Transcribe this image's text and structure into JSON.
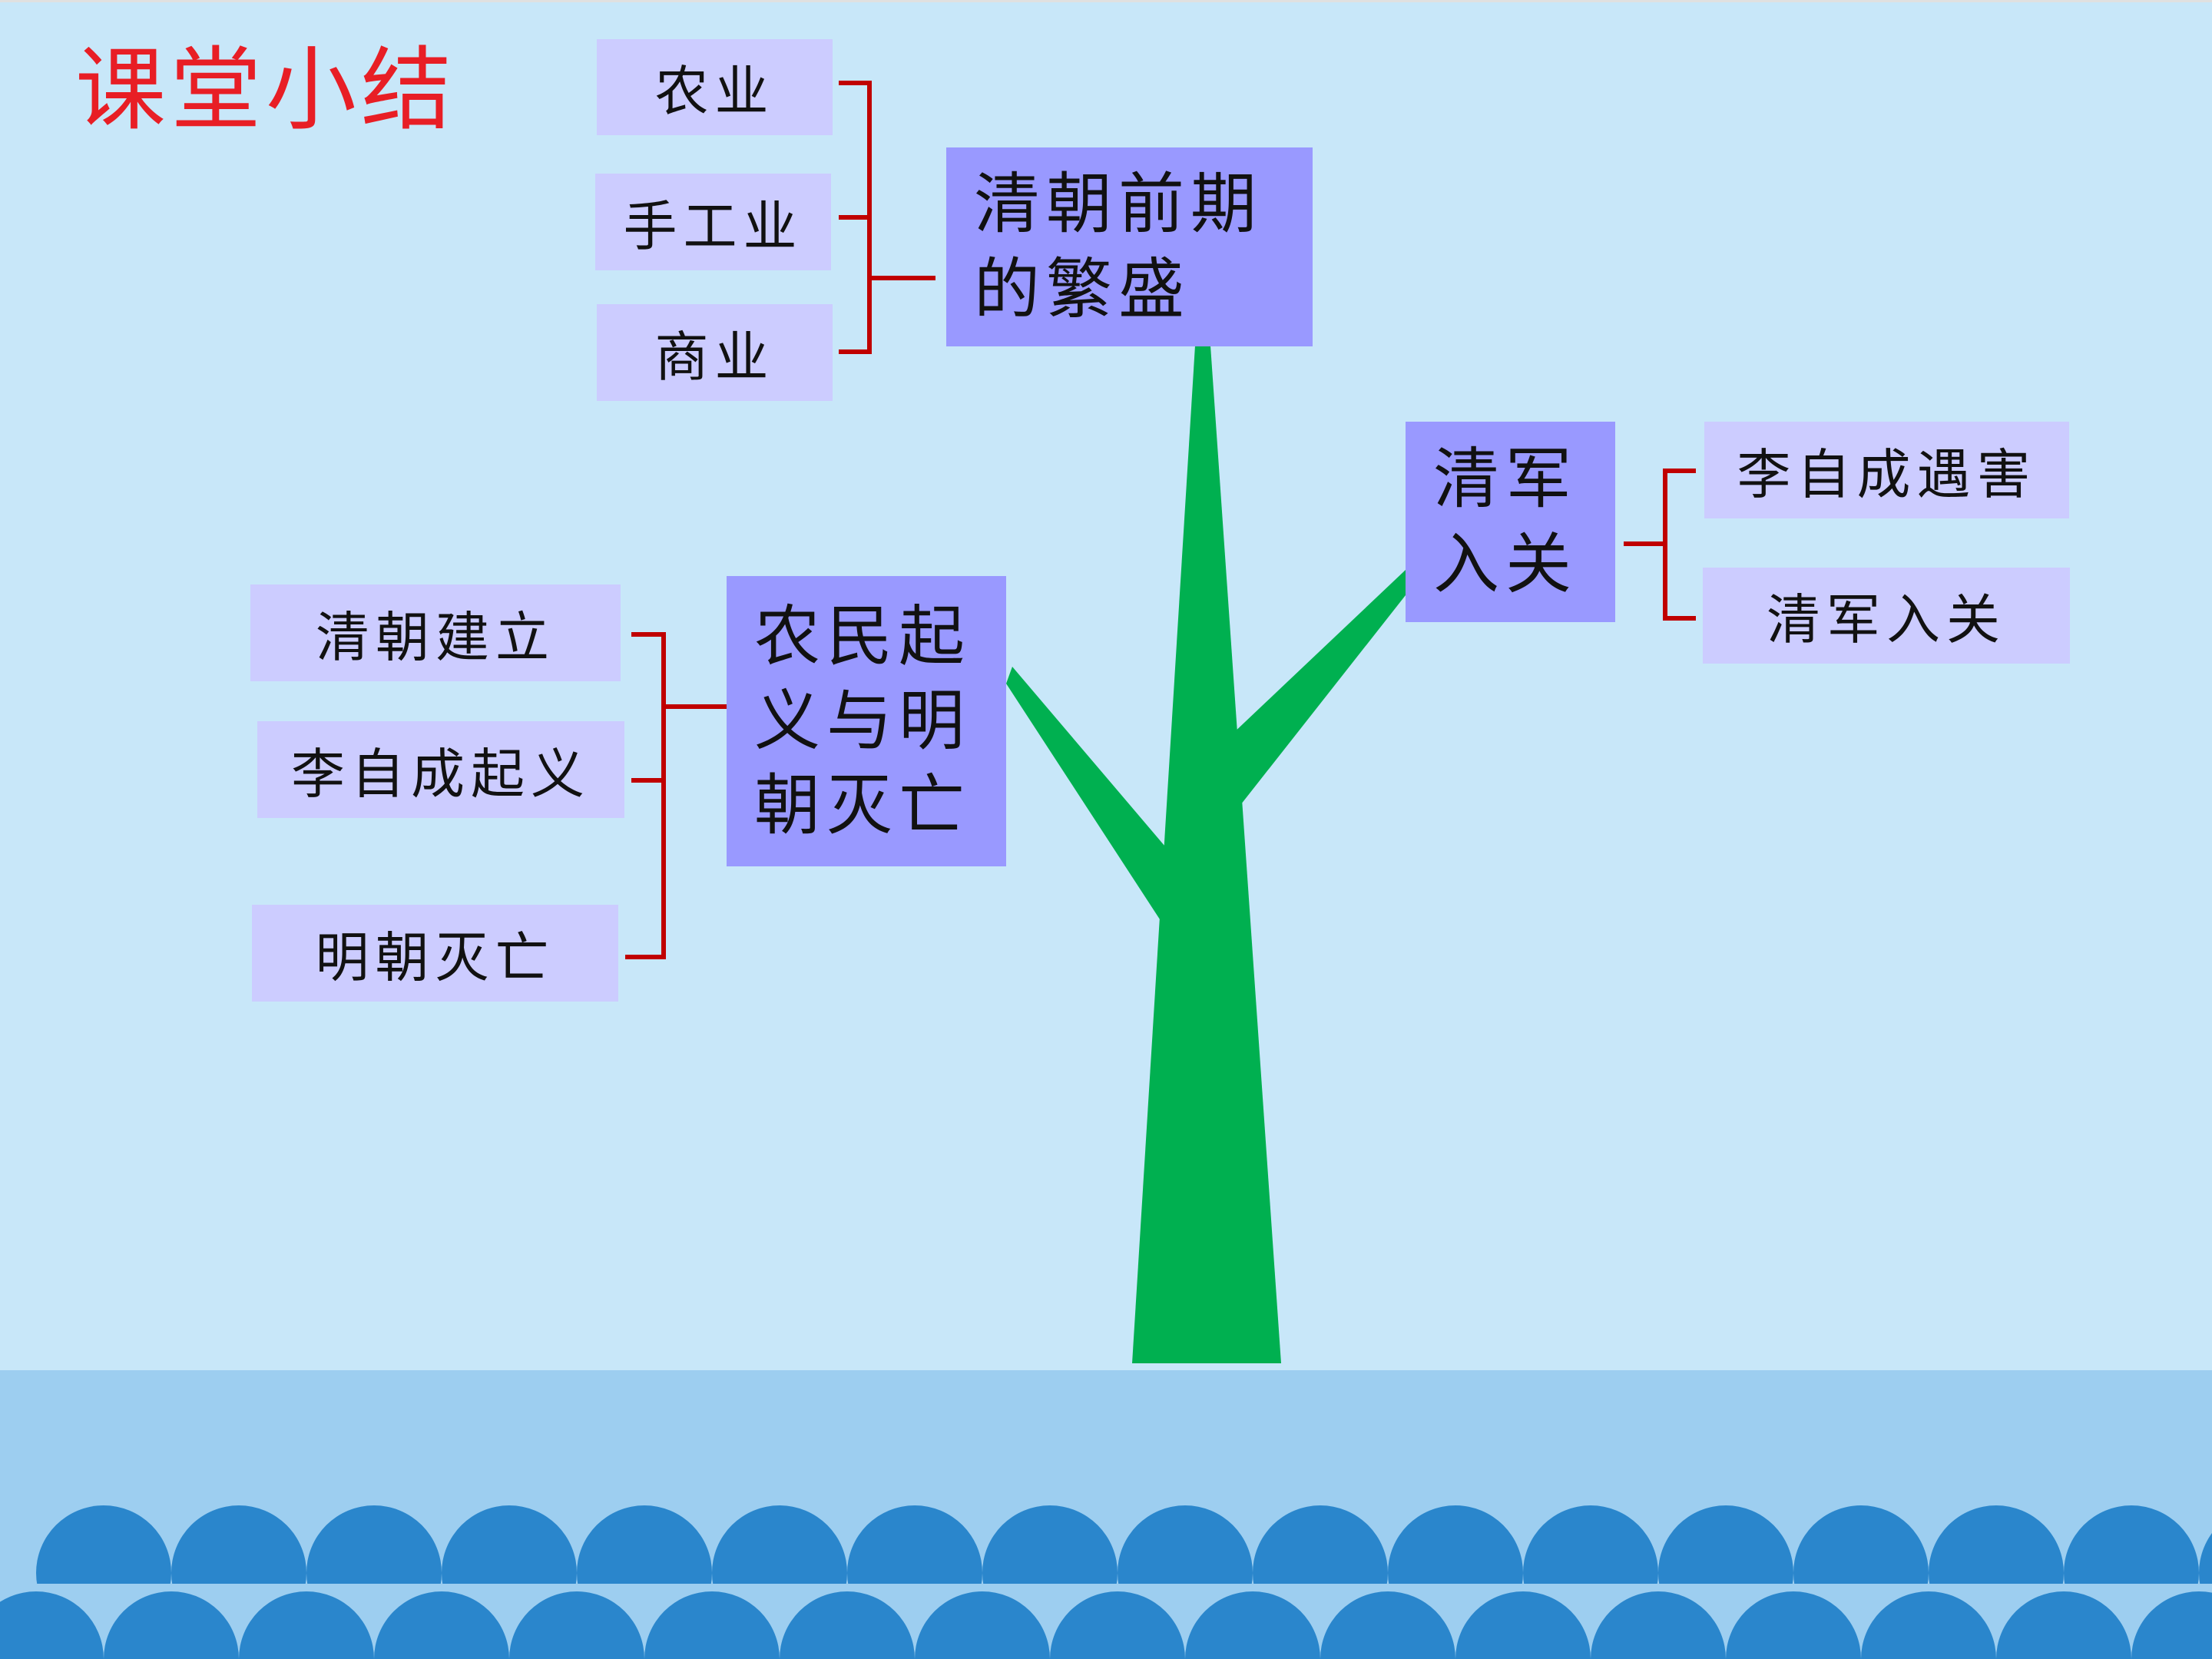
{
  "title": "课堂小结",
  "branches": [
    {
      "heading": "清朝前期的繁盛",
      "items": [
        "农业",
        "手工业",
        "商业"
      ]
    },
    {
      "heading": "农民起义与明朝灭亡",
      "items": [
        "清朝建立",
        "李自成起义",
        "明朝灭亡"
      ]
    },
    {
      "heading": "清军入关",
      "items": [
        "李自成遇害",
        "清军入关"
      ]
    }
  ],
  "colors": {
    "title": "#e81e25",
    "trunk": "#00b050",
    "bracket": "#c00000",
    "heading_box": "#9999ff",
    "item_box": "#ccccff",
    "background": "#c8e7f9",
    "waves": "#2a86cc"
  }
}
